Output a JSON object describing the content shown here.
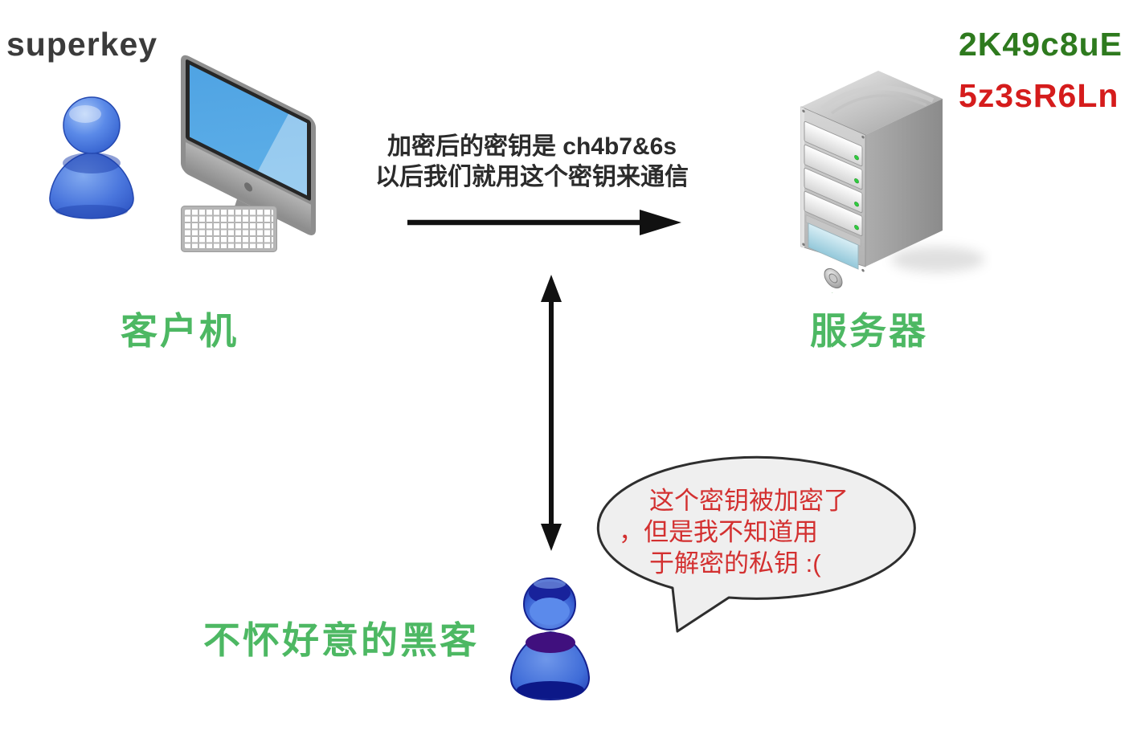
{
  "client": {
    "key": "superkey",
    "label": "客户机"
  },
  "server": {
    "encrypted_key": "2K49c8uE",
    "private_key": "5z3sR6Ln",
    "label": "服务器"
  },
  "message": {
    "line1": "加密后的密钥是 ch4b7&6s",
    "line2": "以后我们就用这个密钥来通信"
  },
  "hacker": {
    "label": "不怀好意的黑客",
    "speech_line1": "这个密钥被加密了",
    "speech_line2": "，但是我不知道用",
    "speech_line3": "于解密的私钥 :("
  },
  "colors": {
    "label_green": "#4DB863",
    "encrypted_key_green": "#2E7A1E",
    "private_key_red": "#D51C1C",
    "speech_red": "#D33030",
    "title_dark": "#3B3B3B",
    "message_dark": "#2B2B2B",
    "arrow_black": "#111111",
    "bubble_fill": "#EFEFEF",
    "person_blue": "#4A76DD",
    "server_gray": "#C6C6C6"
  }
}
